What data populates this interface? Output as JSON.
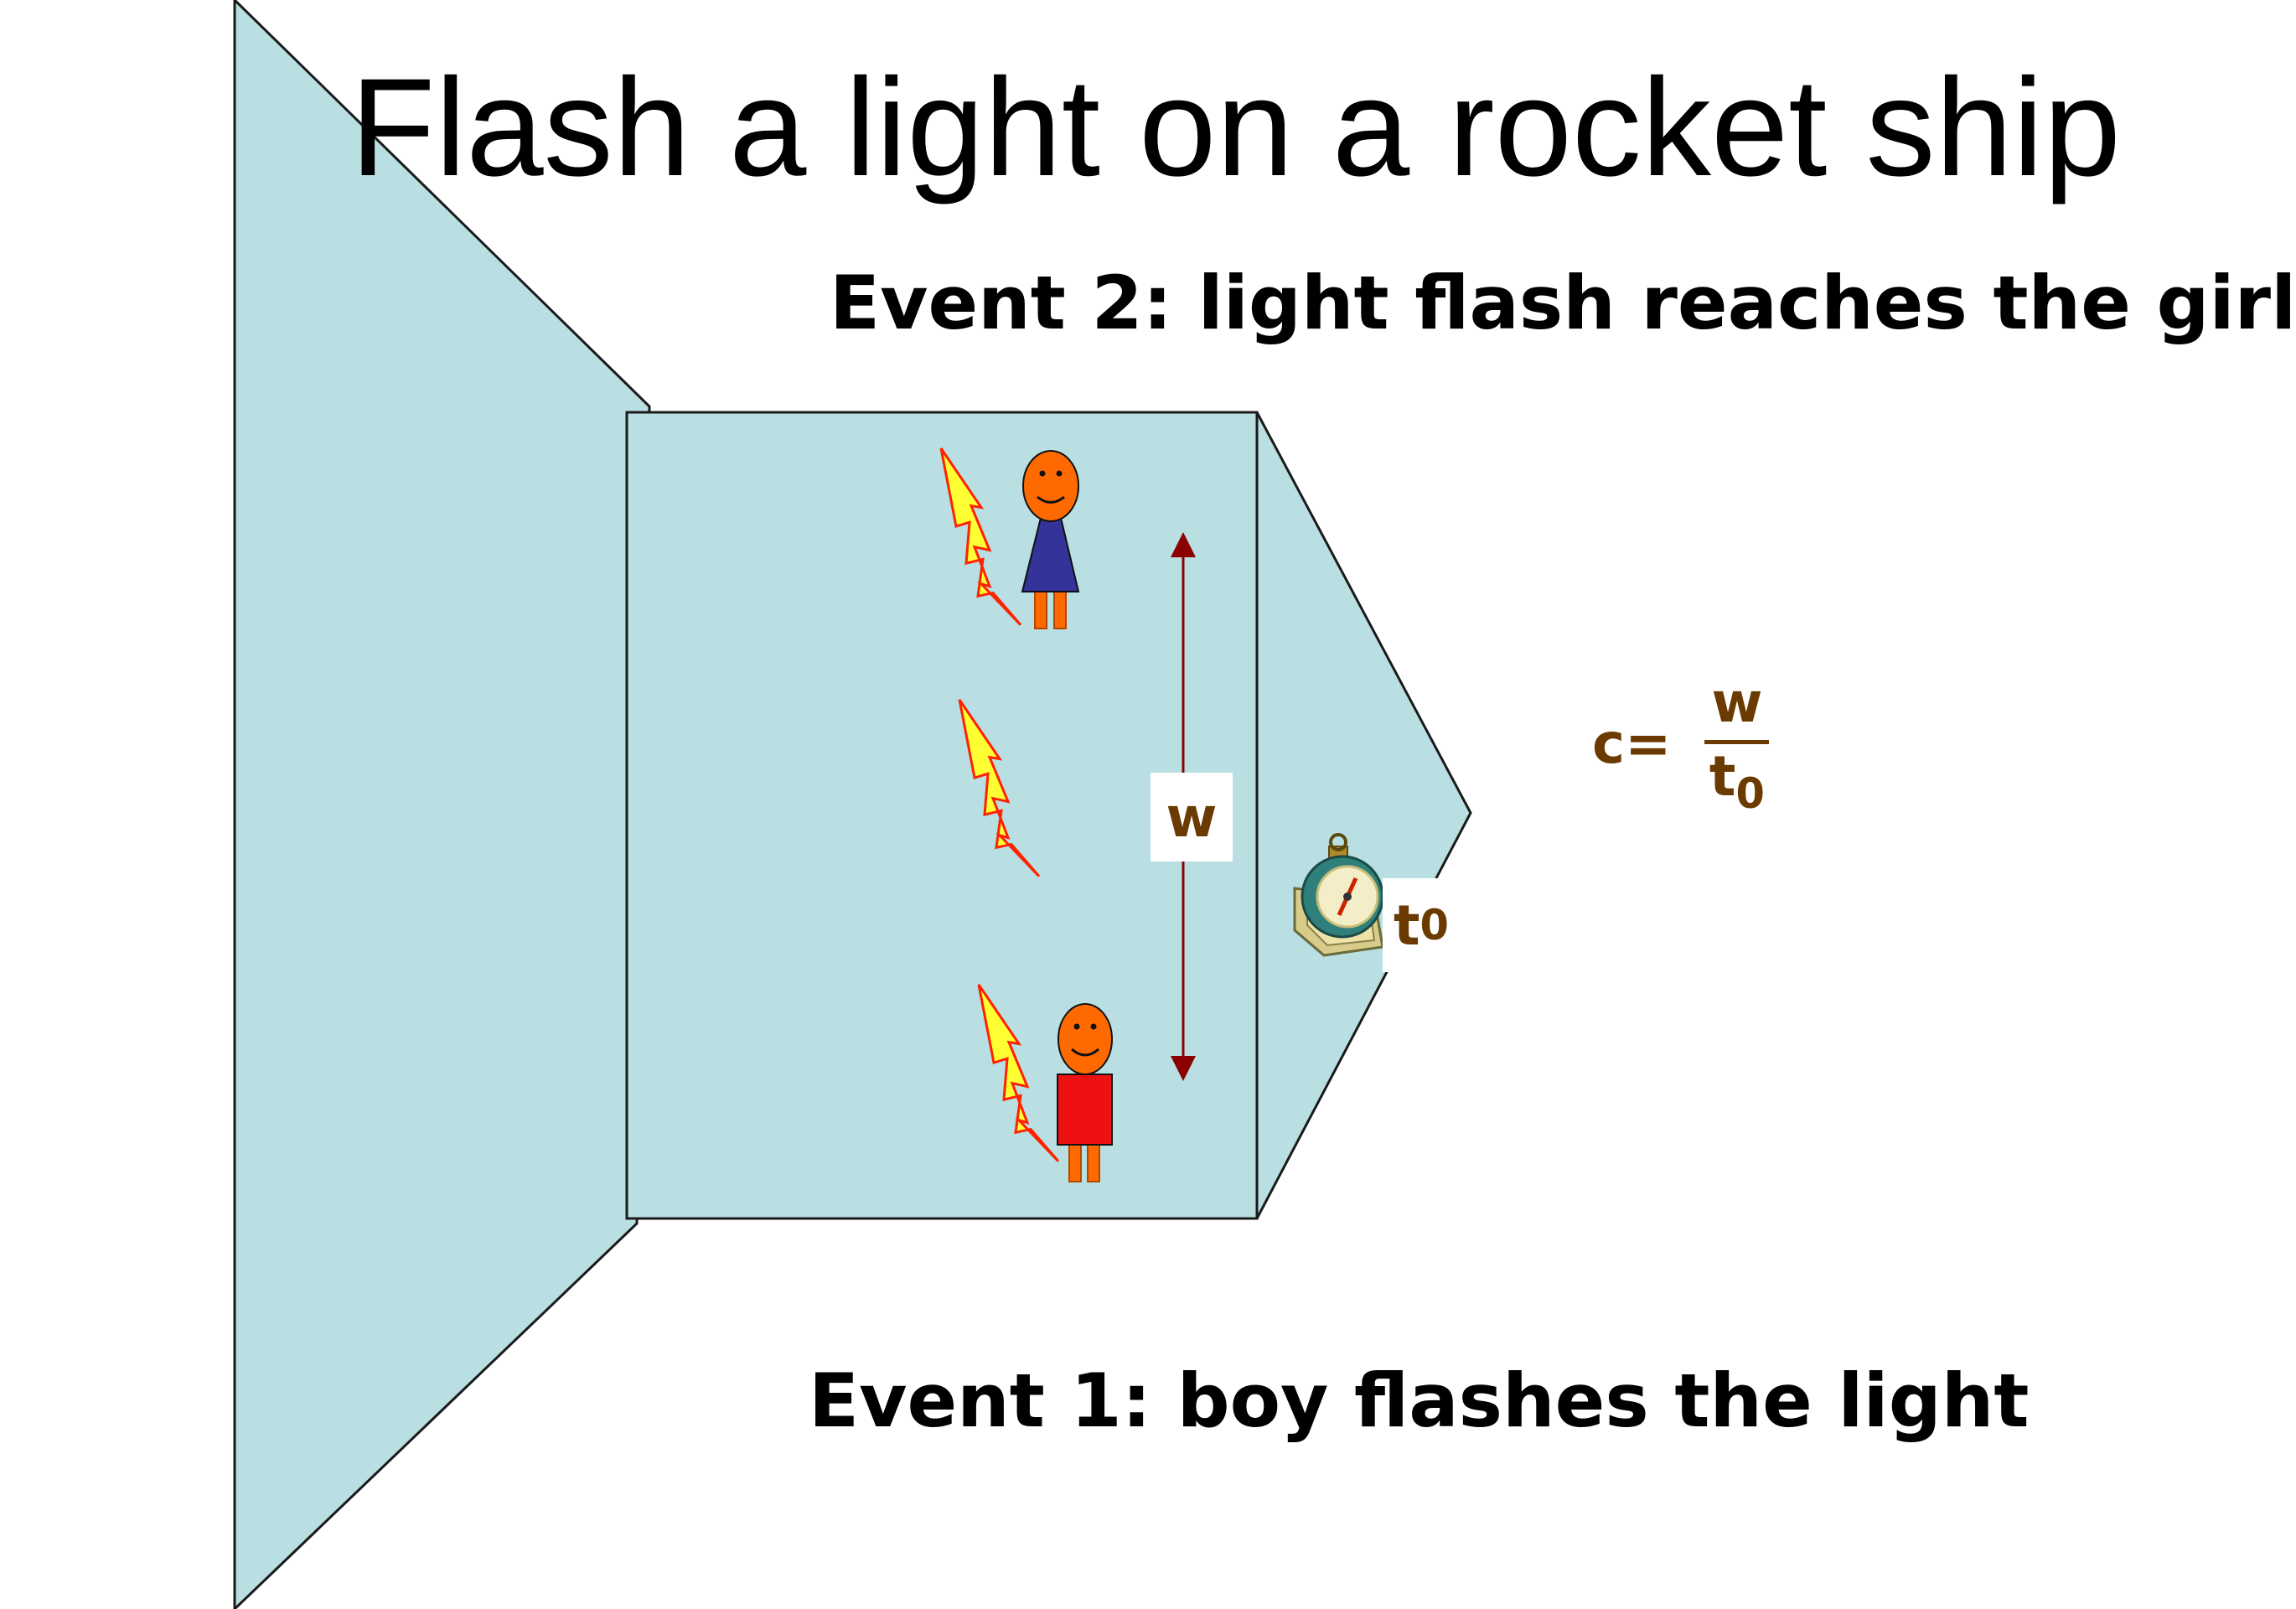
{
  "slide": {
    "title": "Flash a light on a rocket ship",
    "event_2": "Event 2: light flash reaches the girl",
    "event_1": "Event 1: boy flashes the light"
  },
  "labels": {
    "width_label": "w",
    "time_label": "t",
    "time_subscript": "0"
  },
  "formula": {
    "lhs": "c=",
    "numerator": "w",
    "denominator": "t",
    "denominator_subscript": "0"
  },
  "icons": [
    "lightning-icon",
    "girl-figure",
    "boy-figure",
    "stopwatch-icon",
    "double-arrow"
  ],
  "colors": {
    "rocket_fill": "#b9dfe3",
    "rocket_stroke": "#1a1a1a",
    "label_brown": "#6b3a00",
    "arrow_red": "#8b0000",
    "bolt_fill": "#ffff33",
    "bolt_stroke": "#ff2200",
    "face_orange": "#ff6a00",
    "girl_dress": "#333399",
    "boy_shirt": "#ee1111"
  }
}
